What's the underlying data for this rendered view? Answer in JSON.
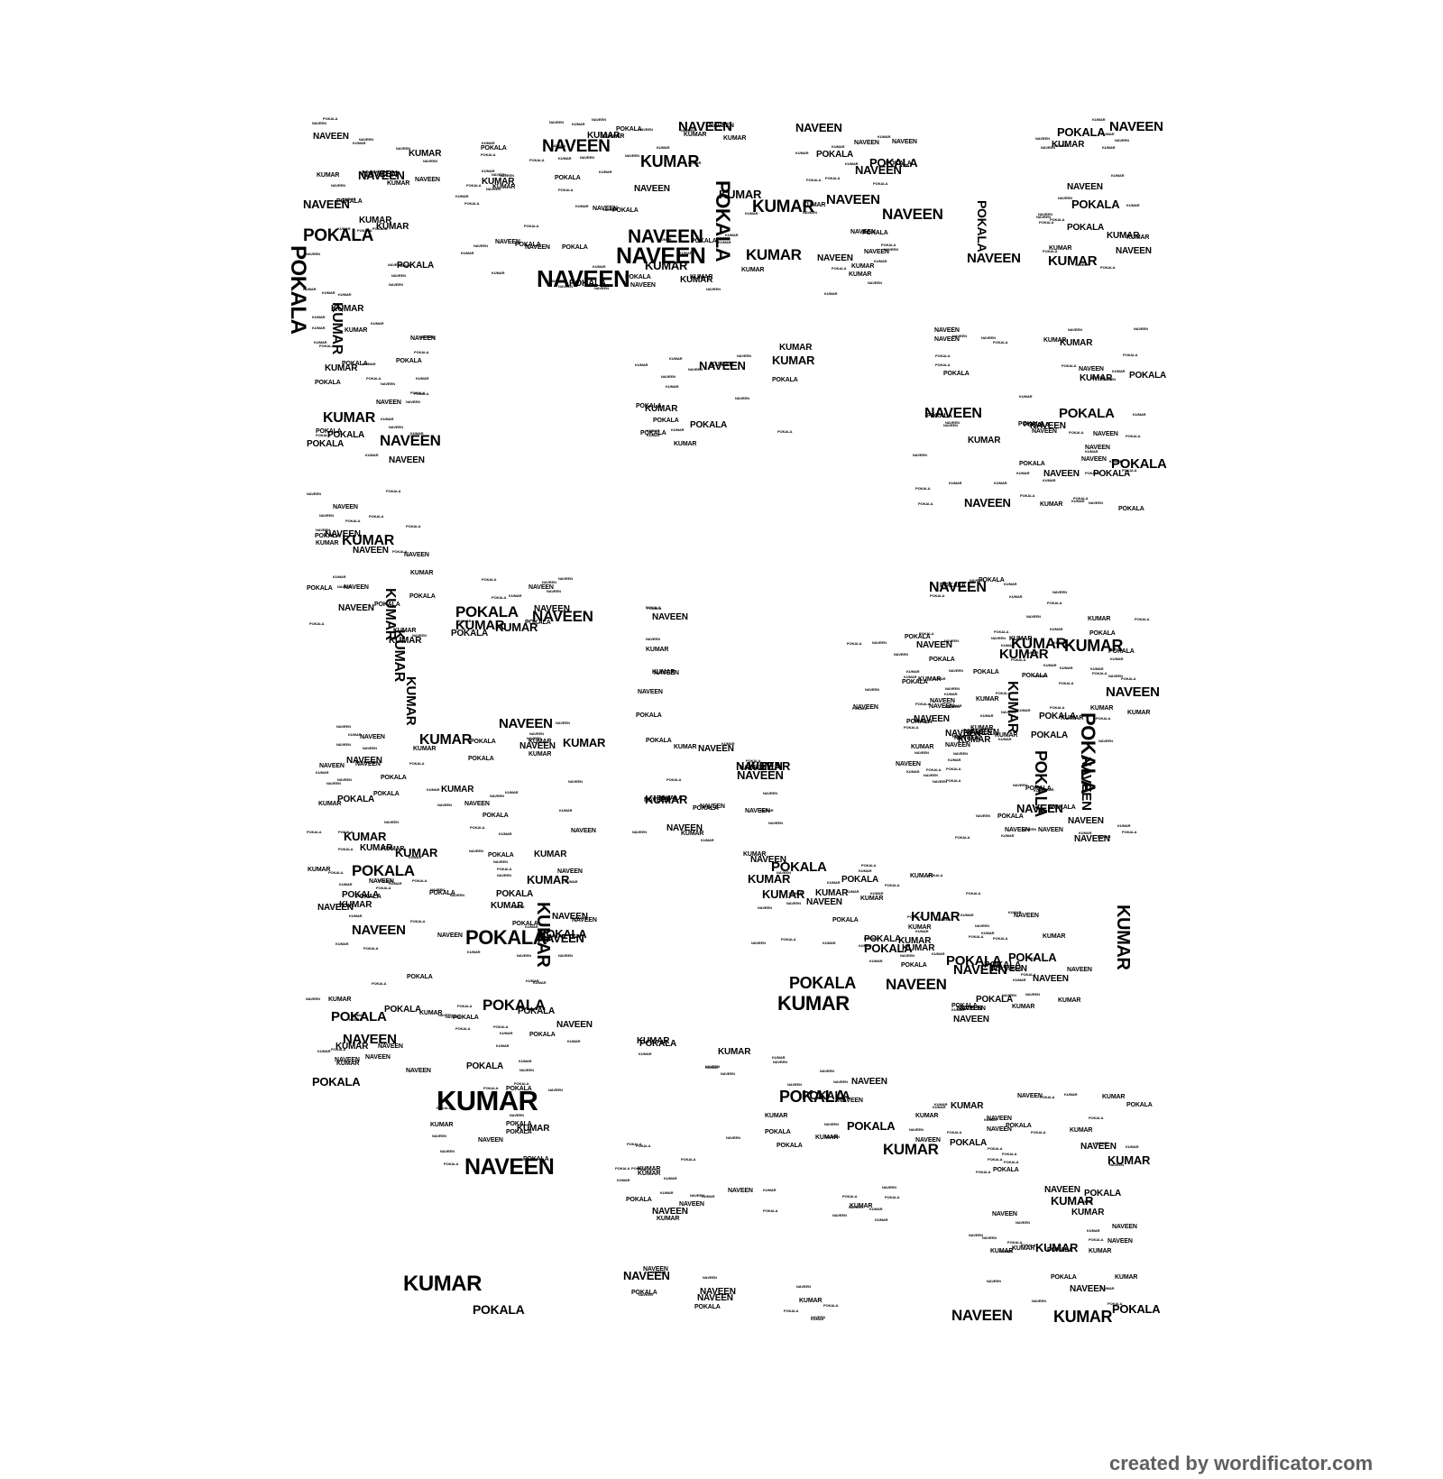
{
  "words": [
    "NAVEEN",
    "KUMAR",
    "POKALA"
  ],
  "credit": "created by wordificator.com",
  "colors": {
    "background": "#ffffff",
    "text": "#000000",
    "credit": "#606060"
  }
}
